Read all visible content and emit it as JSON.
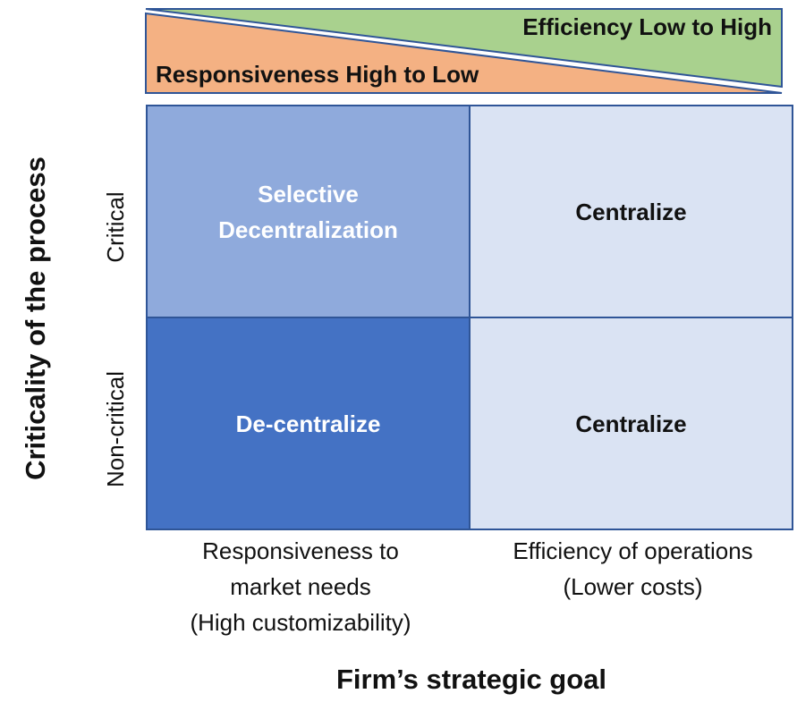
{
  "banner": {
    "efficiency_label": "Efficiency Low to High",
    "responsiveness_label": "Responsiveness High to Low",
    "efficiency_color": "#a9d18e",
    "responsiveness_color": "#f4b183"
  },
  "matrix": {
    "cells": {
      "critical_responsiveness": "Selective\nDecentralization",
      "critical_efficiency": "Centralize",
      "noncritical_responsiveness": "De-centralize",
      "noncritical_efficiency": "Centralize"
    },
    "colors": {
      "selective": "#8faadc",
      "decentralize": "#4472c4",
      "centralize": "#dae3f3",
      "border": "#2f5597"
    }
  },
  "rows": {
    "critical": "Critical",
    "noncritical": "Non-critical",
    "axis_title": "Criticality of the process"
  },
  "columns": {
    "responsiveness": "Responsiveness to\nmarket needs\n(High customizability)",
    "efficiency": "Efficiency of operations\n(Lower costs)",
    "axis_title": "Firm’s strategic goal"
  }
}
